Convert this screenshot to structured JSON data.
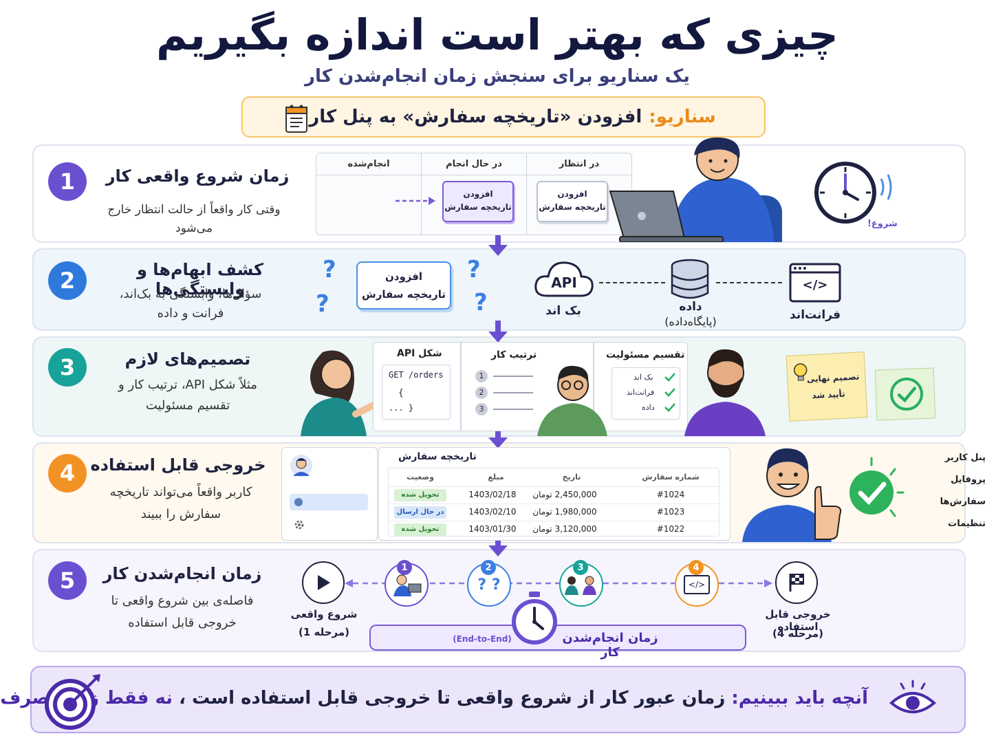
{
  "title": "چیزی که بهتر است اندازه بگیریم",
  "subtitle": "یک سناریو برای سنجش زمان انجام‌شدن کار",
  "scenario": {
    "label": "سناریو:",
    "text": "افزودن «تاریخچه سفارش» به پنل کاربر"
  },
  "colors": {
    "purple": "#6a4fd1",
    "blue": "#2f78dc",
    "teal": "#17a39a",
    "orange": "#f39224",
    "green": "#27ae60"
  },
  "stages": [
    {
      "number": "1",
      "title": "زمان شروع واقعی کار",
      "desc": "وقتی کار واقعاً از حالت انتظار خارج می‌شود",
      "kanban": {
        "columns": [
          "در انتظار",
          "در حال انجام",
          "انجام‌شده"
        ],
        "card_line1": "افزودن",
        "card_line2": "تاریخچه سفارش"
      },
      "clock_label": "شروع!",
      "icons": [
        "clock-icon",
        "developer-laptop-icon"
      ]
    },
    {
      "number": "2",
      "title": "کشف ابهام‌ها و وابستگی‌ها",
      "desc_line1": "سؤال‌ها، وابستگی به بک‌اند،",
      "desc_line2": "فرانت و داده",
      "card_line1": "افزودن",
      "card_line2": "تاریخچه سفارش",
      "question": "?",
      "backend": {
        "icon_text": "API",
        "label": "بک اند"
      },
      "data": {
        "label": "داده",
        "sub": "(پایگاه‌داده)"
      },
      "frontend": {
        "icon_text": "</>",
        "label": "فرانت‌اند"
      }
    },
    {
      "number": "3",
      "title": "تصمیم‌های لازم",
      "desc_line1": "مثلاً شکل API، ترتیب کار و",
      "desc_line2": "تقسیم مسئولیت",
      "board": {
        "api_head": "شکل API",
        "api_code": "GET  /orders",
        "api_brace_open": "{",
        "api_brace_close": "... }",
        "order_head": "ترتیب کار",
        "order_steps": [
          "1",
          "2",
          "3"
        ],
        "resp_head": "تقسیم مسئولیت",
        "resp_items": [
          "بک اند",
          "فرانت‌اند",
          "داده"
        ]
      },
      "note": {
        "line1": "تصمیم نهایی",
        "line2": "تأیید شد"
      }
    },
    {
      "number": "4",
      "title": "خروجی قابل استفاده",
      "desc_line1": "کاربر واقعاً می‌تواند تاریخچه",
      "desc_line2": "سفارش را ببیند",
      "sidebar": {
        "title": "پنل کاربر",
        "items": [
          "پروفایل",
          "سفارش‌ها",
          "تنظیمات"
        ]
      },
      "table": {
        "title": "تاریخچه سفارش",
        "headers": [
          "شماره سفارش",
          "تاریخ",
          "مبلغ",
          "وضعیت"
        ],
        "rows": [
          {
            "id": "#1024",
            "amount": "2,450,000 تومان",
            "date": "1403/02/18",
            "status": "تحویل شده",
            "status_color": "#d8f0d4"
          },
          {
            "id": "#1023",
            "amount": "1,980,000 تومان",
            "date": "1403/02/10",
            "status": "در حال ارسال",
            "status_color": "#d7e6fa"
          },
          {
            "id": "#1022",
            "amount": "3,120,000 تومان",
            "date": "1403/01/30",
            "status": "تحویل شده",
            "status_color": "#d8f0d4"
          }
        ]
      }
    },
    {
      "number": "5",
      "title": "زمان انجام‌شدن کار",
      "desc_line1": "فاصله‌ی بین شروع واقعی تا",
      "desc_line2": "خروجی قابل استفاده",
      "timeline": {
        "start_label": "شروع واقعی",
        "start_sub": "(مرحله 1)",
        "end_label": "خروجی قابل استفاده",
        "end_sub": "(مرحله 4)",
        "nodes": [
          "1",
          "2",
          "3",
          "4"
        ],
        "node2_text": "? ?",
        "node4_text": "</>",
        "e2e_label": "زمان انجام‌شدن کار",
        "e2e_sub": "(End-to-End)"
      }
    }
  ],
  "banner": {
    "part1": "آنچه باید ببینیم:",
    "part2": "زمان عبور کار از شروع واقعی تا خروجی قابل استفاده است ،",
    "part3": "نه فقط زمان صرف‌شده."
  }
}
